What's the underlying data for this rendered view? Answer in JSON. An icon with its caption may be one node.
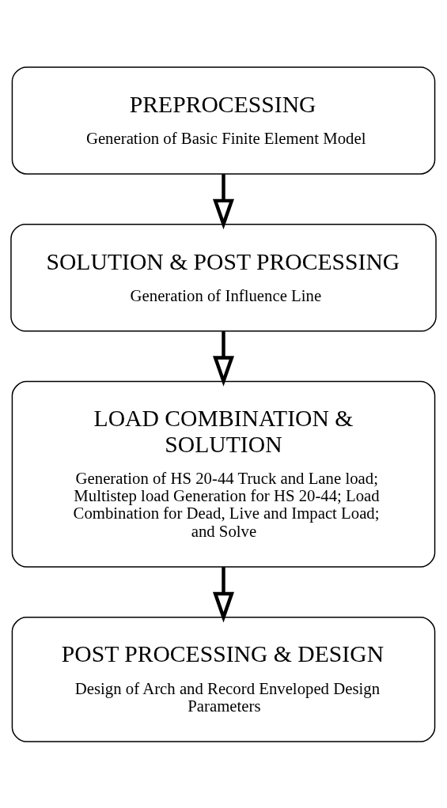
{
  "diagram": {
    "nodes": [
      {
        "text": [
          "PREPROCESSING",
          "Generation of Basic Finite Element Model"
        ]
      },
      {
        "text": [
          "SOLUTION & POST PROCESSING",
          "Generation of Influence Line"
        ]
      },
      {
        "text": [
          "LOAD COMBINATION & SOLUTION",
          "Generation of HS 20-44 Truck and Lane load; Multistep load Generation for HS 20-44; Load Combination for Dead, Live and Impact Load; and Solve"
        ]
      },
      {
        "text": [
          "POST PROCESSING & DESIGN",
          "Design of Arch and Record Enveloped Design Parameters"
        ]
      }
    ],
    "edges": [
      {
        "from": 0,
        "to": 1,
        "arrow": "to"
      },
      {
        "from": 1,
        "to": 2,
        "arrow": "to"
      },
      {
        "from": 2,
        "to": 3,
        "arrow": "to"
      }
    ]
  }
}
